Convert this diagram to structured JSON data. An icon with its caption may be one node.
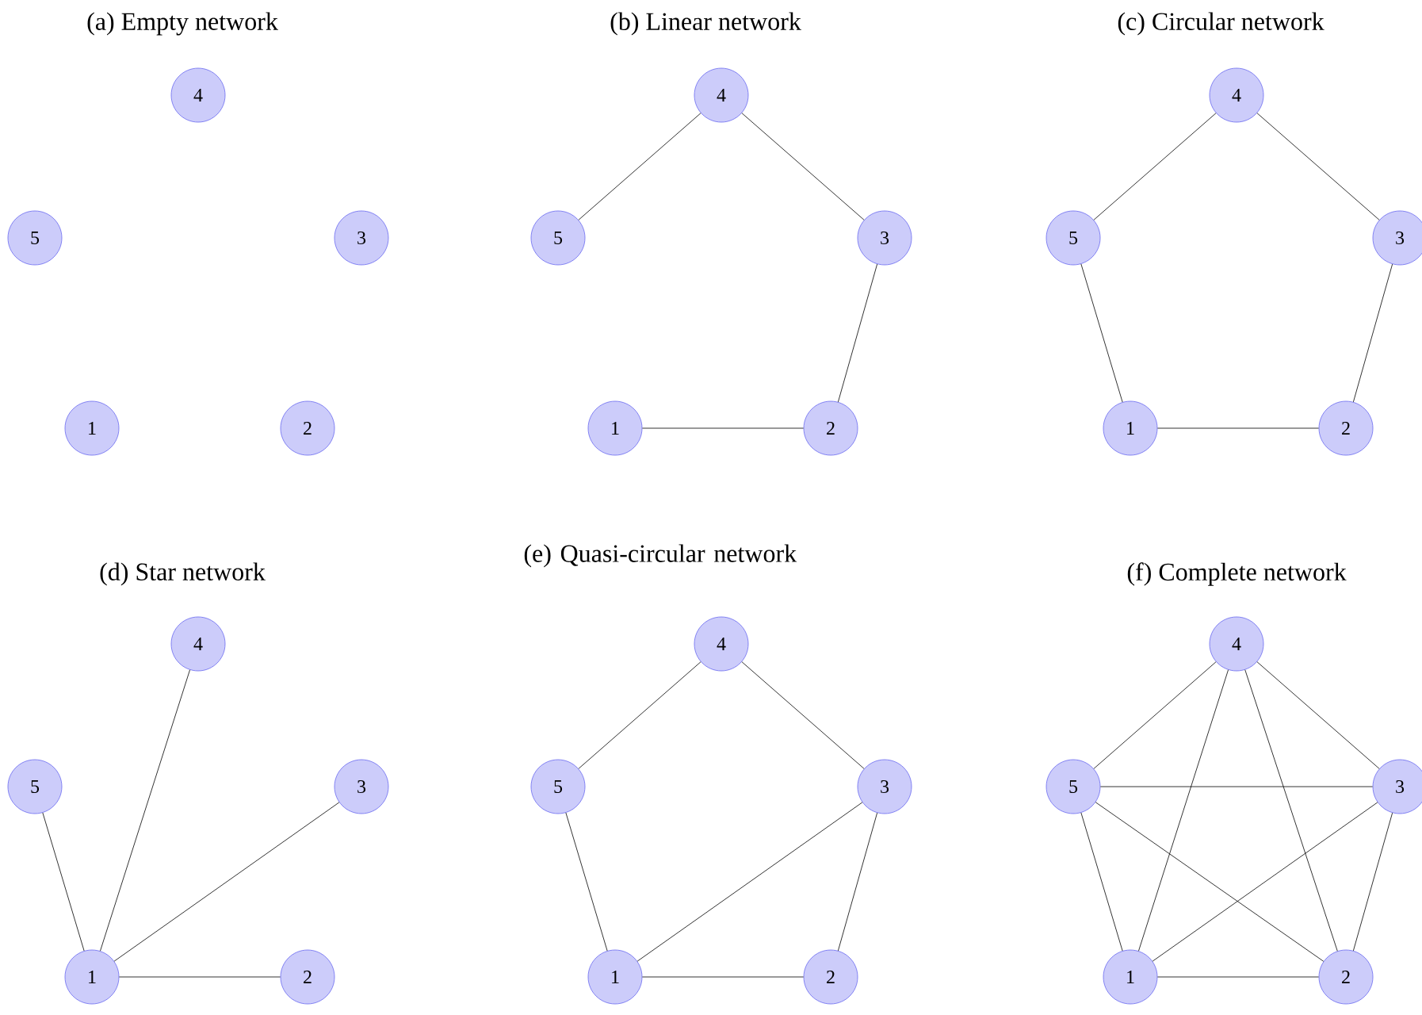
{
  "diagram": {
    "nodes": [
      {
        "text": [
          "4"
        ]
      },
      {
        "text": [
          "5"
        ]
      },
      {
        "text": [
          "3"
        ]
      },
      {
        "text": [
          "1"
        ]
      },
      {
        "text": [
          "2"
        ]
      },
      {
        "text": [
          "4"
        ]
      },
      {
        "text": [
          "5"
        ]
      },
      {
        "text": [
          "3"
        ]
      },
      {
        "text": [
          "1"
        ]
      },
      {
        "text": [
          "2"
        ]
      },
      {
        "text": [
          "4"
        ]
      },
      {
        "text": [
          "5"
        ]
      },
      {
        "text": [
          "3"
        ]
      },
      {
        "text": [
          "1"
        ]
      },
      {
        "text": [
          "2"
        ]
      },
      {
        "text": [
          "4"
        ]
      },
      {
        "text": [
          "5"
        ]
      },
      {
        "text": [
          "3"
        ]
      },
      {
        "text": [
          "1"
        ]
      },
      {
        "text": [
          "2"
        ]
      },
      {
        "text": [
          "4"
        ]
      },
      {
        "text": [
          "5"
        ]
      },
      {
        "text": [
          "3"
        ]
      },
      {
        "text": [
          "1"
        ]
      },
      {
        "text": [
          "2"
        ]
      },
      {
        "text": [
          "4"
        ]
      },
      {
        "text": [
          "5"
        ]
      },
      {
        "text": [
          "3"
        ]
      },
      {
        "text": [
          "1"
        ]
      },
      {
        "text": [
          "2"
        ]
      }
    ],
    "edges": [
      {
        "from": 8,
        "to": 9,
        "arrow": "none"
      },
      {
        "from": 9,
        "to": 7,
        "arrow": "none"
      },
      {
        "from": 7,
        "to": 5,
        "arrow": "none"
      },
      {
        "from": 5,
        "to": 6,
        "arrow": "none"
      },
      {
        "from": 13,
        "to": 14,
        "arrow": "none"
      },
      {
        "from": 14,
        "to": 12,
        "arrow": "none"
      },
      {
        "from": 12,
        "to": 10,
        "arrow": "none"
      },
      {
        "from": 10,
        "to": 11,
        "arrow": "none"
      },
      {
        "from": 11,
        "to": 13,
        "arrow": "none"
      },
      {
        "from": 18,
        "to": 16,
        "arrow": "none"
      },
      {
        "from": 18,
        "to": 15,
        "arrow": "none"
      },
      {
        "from": 18,
        "to": 17,
        "arrow": "none"
      },
      {
        "from": 18,
        "to": 19,
        "arrow": "none"
      },
      {
        "from": 23,
        "to": 24,
        "arrow": "none"
      },
      {
        "from": 24,
        "to": 22,
        "arrow": "none"
      },
      {
        "from": 22,
        "to": 20,
        "arrow": "none"
      },
      {
        "from": 20,
        "to": 21,
        "arrow": "none"
      },
      {
        "from": 21,
        "to": 23,
        "arrow": "none"
      },
      {
        "from": 23,
        "to": 22,
        "arrow": "none"
      },
      {
        "from": 28,
        "to": 29,
        "arrow": "none"
      },
      {
        "from": 28,
        "to": 27,
        "arrow": "none"
      },
      {
        "from": 28,
        "to": 25,
        "arrow": "none"
      },
      {
        "from": 28,
        "to": 26,
        "arrow": "none"
      },
      {
        "from": 29,
        "to": 27,
        "arrow": "none"
      },
      {
        "from": 29,
        "to": 25,
        "arrow": "none"
      },
      {
        "from": 29,
        "to": 26,
        "arrow": "none"
      },
      {
        "from": 27,
        "to": 25,
        "arrow": "none"
      },
      {
        "from": 27,
        "to": 26,
        "arrow": "none"
      },
      {
        "from": 25,
        "to": 26,
        "arrow": "none"
      }
    ],
    "labels": [
      "(a) Empty network",
      "(b) Linear network",
      "(c) Circular network",
      "(d) Star network",
      "(e) Quasi-circular network",
      "(f) Complete network"
    ]
  }
}
